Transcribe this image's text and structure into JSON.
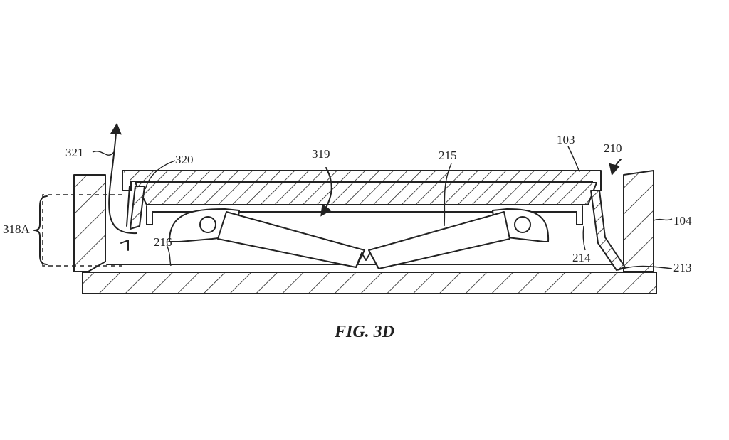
{
  "figure": {
    "caption": "FIG. 3D",
    "labels": {
      "l321": "321",
      "l320": "320",
      "l319": "319",
      "l215": "215",
      "l103": "103",
      "l210": "210",
      "l318A": "318A",
      "l104": "104",
      "l216": "216",
      "l214": "214",
      "l213": "213"
    }
  }
}
